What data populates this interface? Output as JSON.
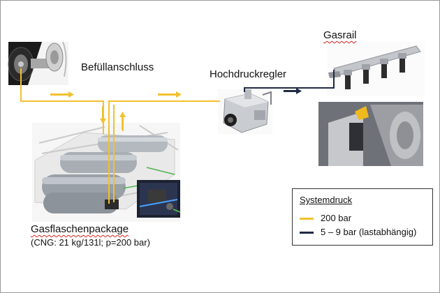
{
  "labels": {
    "befuellanschluss": "Befüllanschluss",
    "hochdruckregler": "Hochdruckregler",
    "gasrail": "Gasrail",
    "gasflaschenpackage": "Gasflaschenpackage",
    "gasflaschenpackage_detail": "(CNG: 21 kg/131l; p=200 bar)"
  },
  "legend": {
    "title": "Systemdruck",
    "items": [
      {
        "label": "200 bar",
        "color": "#f2c12e"
      },
      {
        "label": "5 – 9 bar (lastabhängig)",
        "color": "#1f2a44"
      }
    ]
  },
  "colors": {
    "high_pressure_line": "#f2c12e",
    "low_pressure_line": "#1f2a44",
    "border": "#9a9a9a"
  }
}
